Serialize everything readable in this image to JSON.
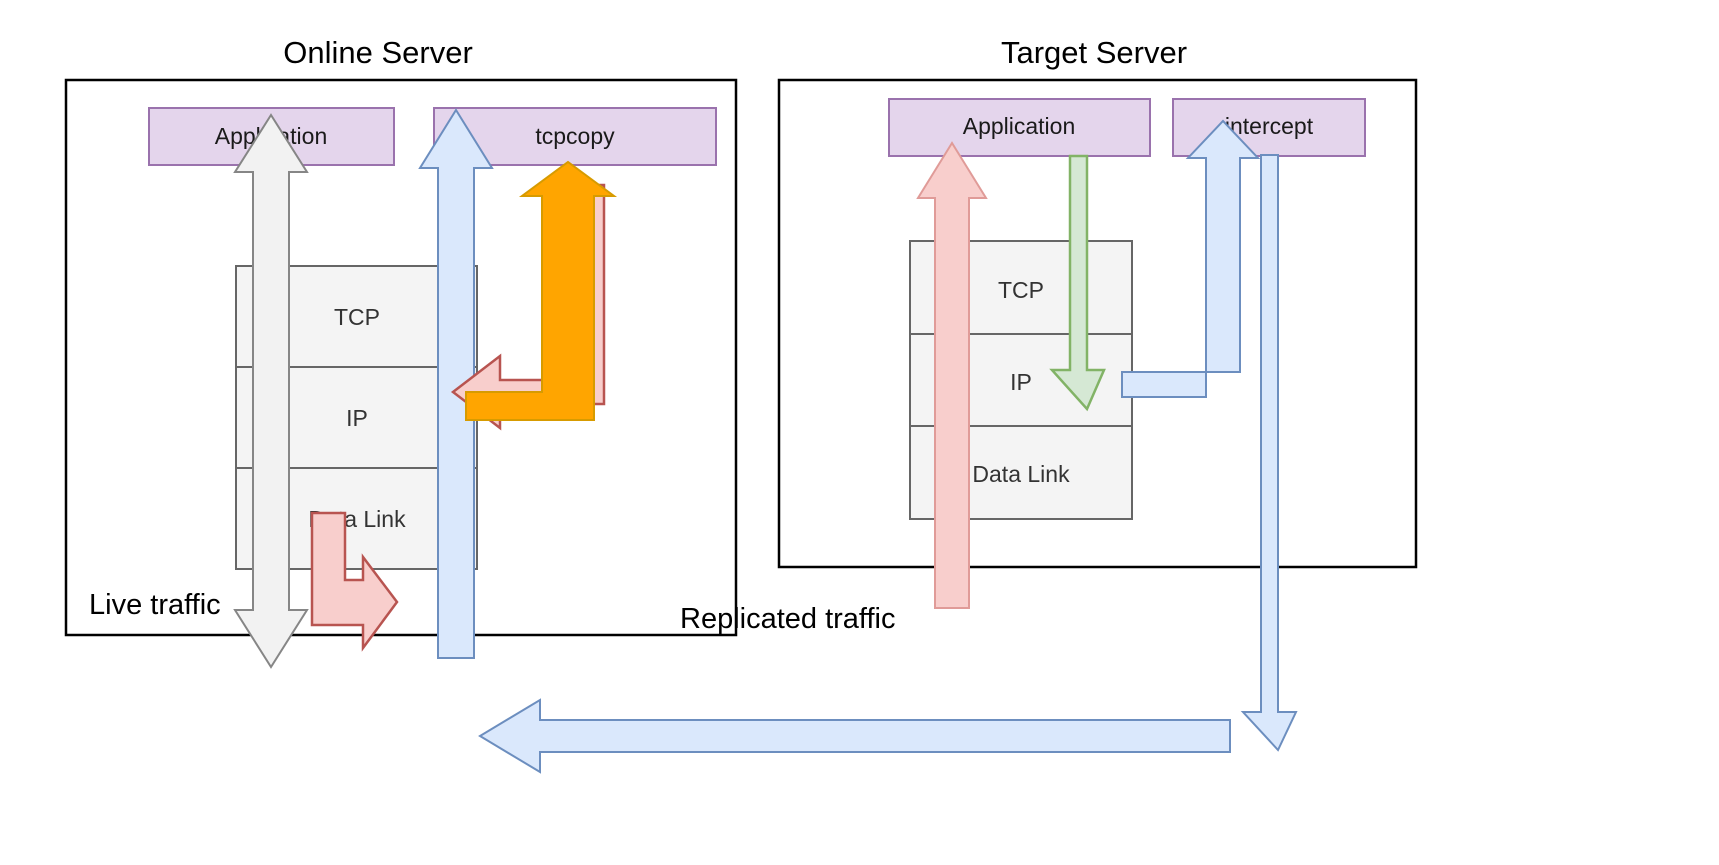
{
  "diagram": {
    "title_online": "Online Server",
    "title_target": "Target Server",
    "labels": {
      "live_traffic": "Live traffic",
      "replicated_traffic": "Replicated traffic"
    },
    "online_server": {
      "title": "Online Server",
      "modules": [
        {
          "name": "application",
          "label": "Application"
        },
        {
          "name": "tcpcopy",
          "label": "tcpcopy"
        }
      ],
      "stack_layers": [
        {
          "name": "tcp",
          "label": "TCP"
        },
        {
          "name": "ip",
          "label": "IP"
        },
        {
          "name": "data-link",
          "label": "Data Link"
        }
      ]
    },
    "target_server": {
      "title": "Target Server",
      "modules": [
        {
          "name": "application",
          "label": "Application"
        },
        {
          "name": "intercept",
          "label": "intercept"
        }
      ],
      "stack_layers": [
        {
          "name": "tcp",
          "label": "TCP"
        },
        {
          "name": "ip",
          "label": "IP"
        },
        {
          "name": "data-link",
          "label": "Data Link"
        }
      ]
    },
    "colors": {
      "module_fill": "#e4d5ec",
      "module_stroke": "#9a72ad",
      "layer_fill": "#f4f4f4",
      "layer_stroke": "#666666",
      "server_border": "#000000",
      "arrow_white_fill": "#f2f2f2",
      "arrow_white_stroke": "#868686",
      "arrow_blue_fill": "#dae8fc",
      "arrow_blue_stroke": "#6c8ebf",
      "arrow_red_fill": "#f8cecc",
      "arrow_red_stroke": "#b85450",
      "arrow_green_fill": "#d5e8d4",
      "arrow_green_stroke": "#82b366",
      "arrow_orange_fill": "#ffa500",
      "arrow_orange_stroke": "#d79b00"
    },
    "arrows": [
      {
        "name": "live-traffic-white-arrow",
        "color": "white",
        "direction": "bidirectional-vertical",
        "meaning": "live traffic through online application"
      },
      {
        "name": "tcpcopy-blue-arrow",
        "color": "blue",
        "direction": "up",
        "meaning": "captured packets to tcpcopy"
      },
      {
        "name": "tcpcopy-red-elbow-arrow",
        "color": "red",
        "direction": "left",
        "meaning": "tcpcopy to IP layer"
      },
      {
        "name": "datalink-red-elbow-arrow",
        "color": "red",
        "direction": "right",
        "meaning": "data link out to replication"
      },
      {
        "name": "orange-elbow-arrow",
        "color": "orange",
        "direction": "up",
        "meaning": "raw socket input"
      },
      {
        "name": "target-application-red-arrow",
        "color": "red",
        "direction": "up",
        "meaning": "replicated traffic into target application"
      },
      {
        "name": "target-green-arrow",
        "color": "green",
        "direction": "down",
        "meaning": "target application response down stack"
      },
      {
        "name": "intercept-blue-elbow-arrow",
        "color": "blue",
        "direction": "up",
        "meaning": "IP layer to intercept"
      },
      {
        "name": "intercept-return-blue-arrow",
        "color": "blue",
        "direction": "down",
        "meaning": "intercept response out"
      },
      {
        "name": "replicated-return-blue-arrow",
        "color": "blue",
        "direction": "left",
        "meaning": "response back to online server"
      }
    ]
  }
}
